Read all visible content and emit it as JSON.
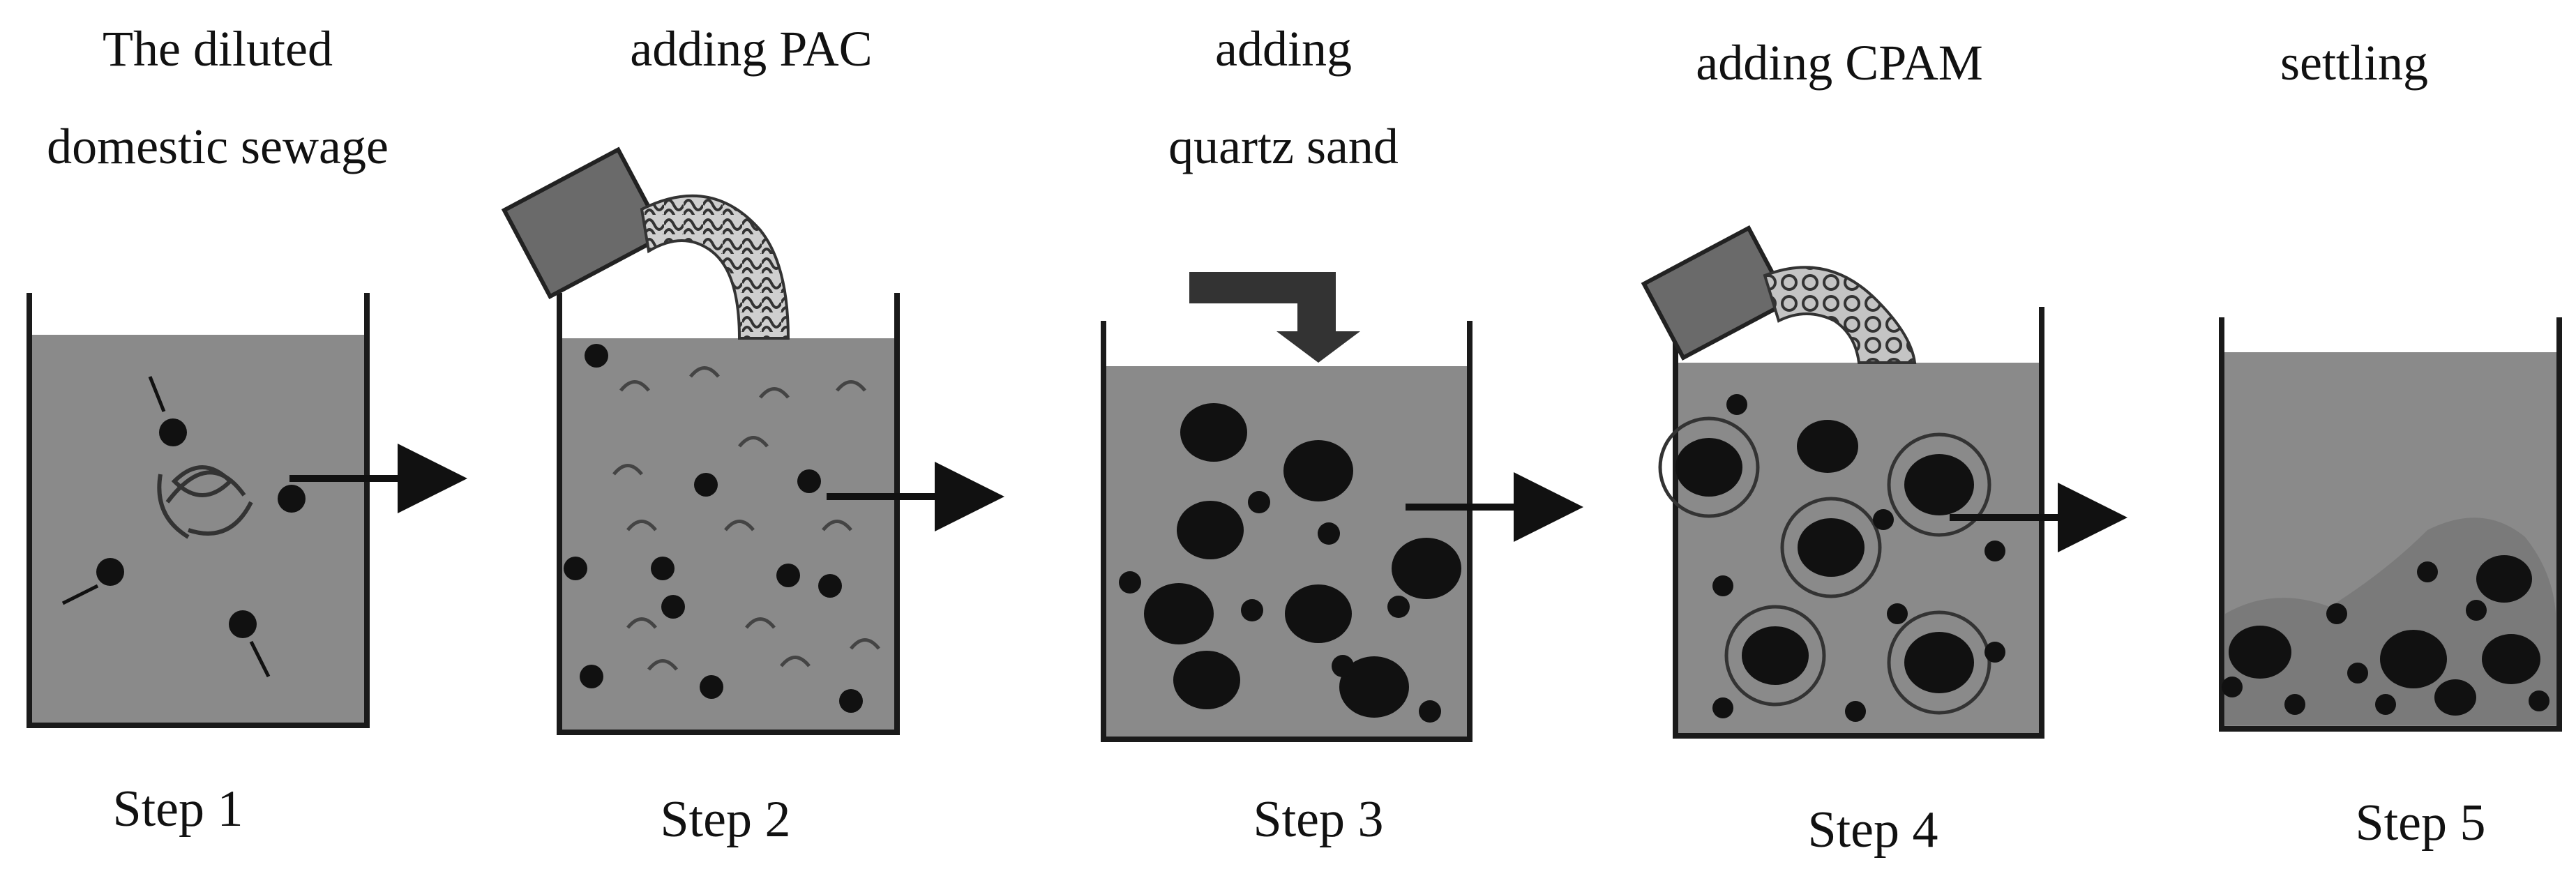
{
  "colors": {
    "water": "#8a8a8a",
    "beaker_wall": "#1a1a1a",
    "particle_dark": "#111111",
    "bag": "#6a6a6a",
    "arrow": "#111111",
    "text": "#111111"
  },
  "steps": [
    {
      "caption_lines": [
        "The diluted",
        "domestic sewage"
      ],
      "label": "Step 1"
    },
    {
      "caption_lines": [
        "adding PAC"
      ],
      "label": "Step 2"
    },
    {
      "caption_lines": [
        "adding",
        "quartz sand"
      ],
      "label": "Step 3"
    },
    {
      "caption_lines": [
        "adding CPAM"
      ],
      "label": "Step 4"
    },
    {
      "caption_lines": [
        "settling"
      ],
      "label": "Step 5"
    }
  ]
}
